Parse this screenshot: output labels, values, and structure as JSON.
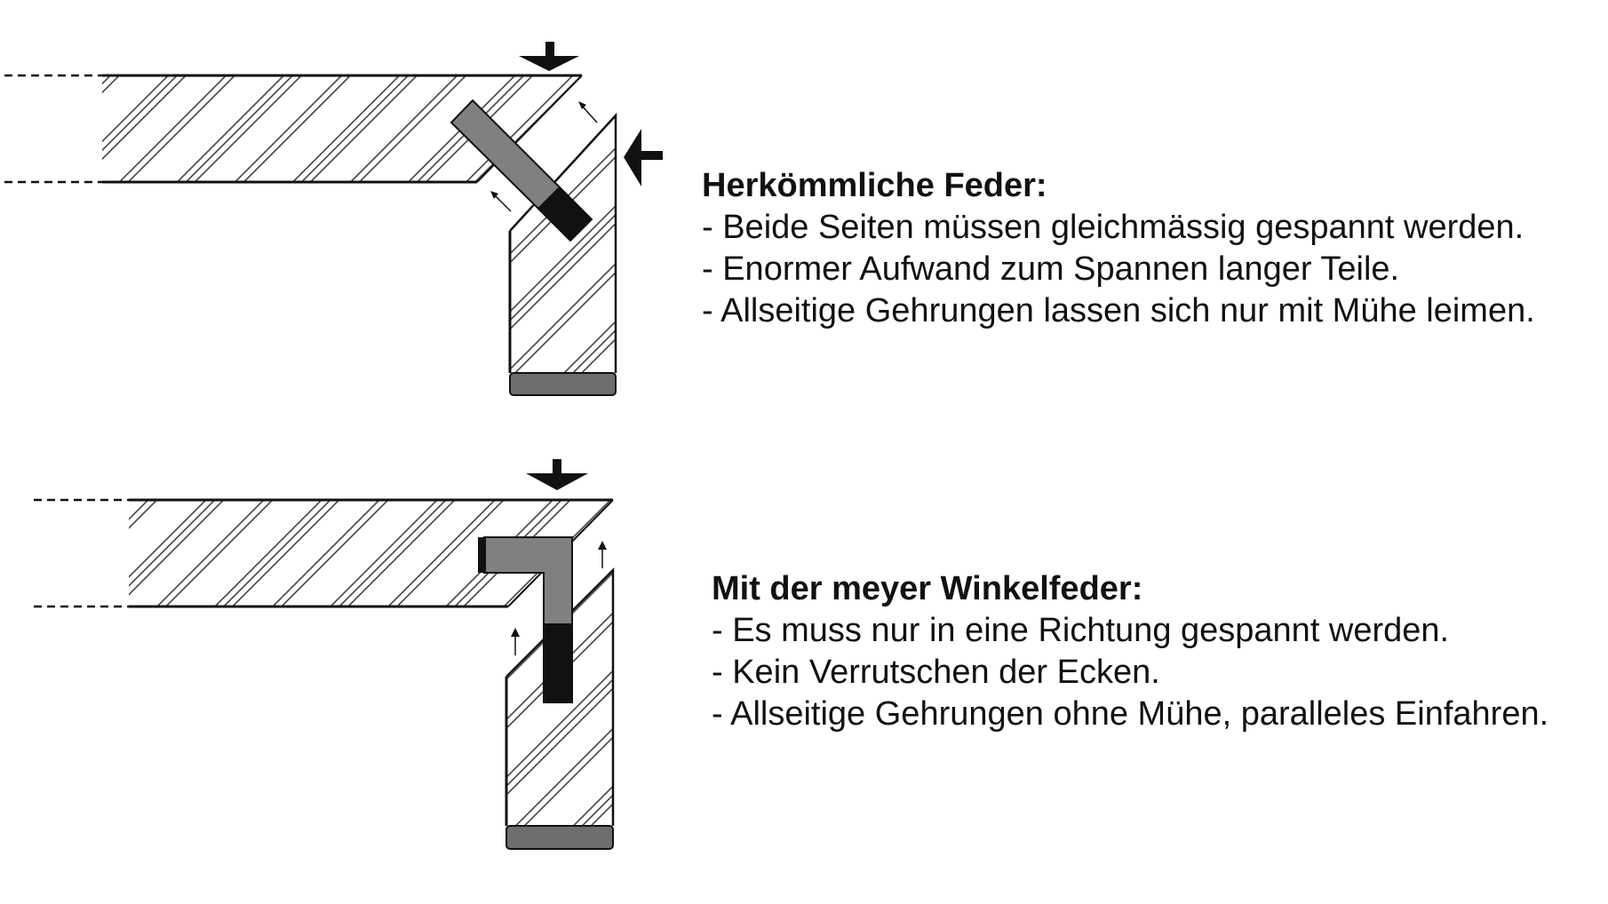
{
  "conventional": {
    "heading": "Herkömmliche Feder:",
    "points": [
      "- Beide Seiten müssen gleichmässig gespannt werden.",
      "- Enormer Aufwand zum Spannen langer Teile.",
      "- Allseitige Gehrungen lassen sich nur mit Mühe leimen."
    ]
  },
  "meyer": {
    "heading": "Mit der meyer Winkelfeder:",
    "points": [
      "- Es muss nur in eine Richtung gespannt werden.",
      "- Kein Verrutschen der Ecken.",
      "- Allseitige Gehrungen ohne Mühe, paralleles Einfahren."
    ]
  },
  "colors": {
    "spline": "#808080",
    "spline_dark": "#111111",
    "base_strip": "#6e6e6e",
    "hatch": "#333333",
    "line": "#111111"
  },
  "icons": [
    "clamp-arrow-down-icon",
    "clamp-arrow-left-icon",
    "movement-arrow-icon"
  ]
}
